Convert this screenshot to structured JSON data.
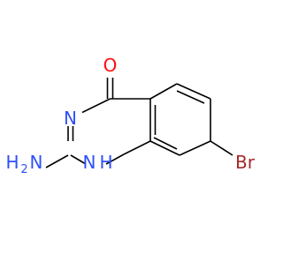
{
  "molecule": {
    "atom_labels": {
      "oxygen": "O",
      "nitrogen_3": "N",
      "nitrogen_1_h": "H",
      "nitrogen_1_n": "N",
      "amino_n": "N",
      "amino_h": "H",
      "amino_h_count": "2",
      "bromine": "Br"
    },
    "colors": {
      "oxygen": "#ff0d0d",
      "nitrogen": "#3050f8",
      "bromine": "#a62929",
      "bond": "#000000"
    }
  }
}
